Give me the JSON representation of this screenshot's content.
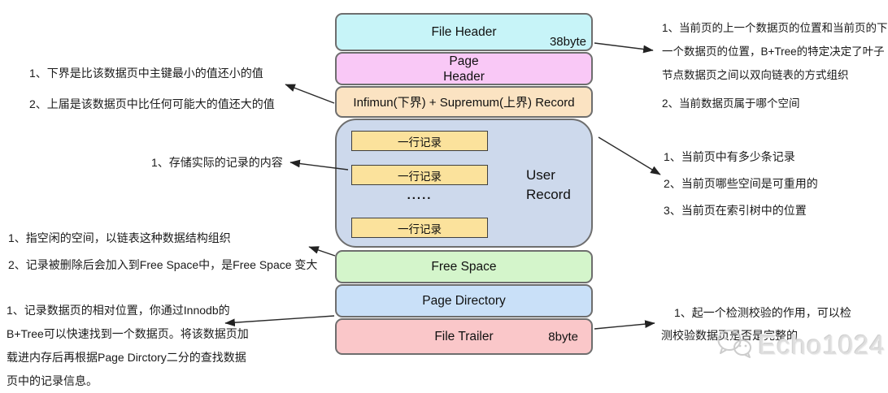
{
  "boxes": {
    "file_header": {
      "label": "File Header",
      "size": "38byte",
      "color": "#c7f4f8"
    },
    "page_header": {
      "line1": "Page",
      "line2": "Header",
      "color": "#f9c8f6"
    },
    "infimum": {
      "label": "Infimun(下界) + Supremum(上界) Record",
      "color": "#fbe3c2"
    },
    "user_record": {
      "label_line1": "User",
      "label_line2": "Record",
      "color": "#cdd9ec",
      "row_color": "#fbe29c",
      "rows": [
        "一行记录",
        "一行记录",
        "一行记录"
      ],
      "ellipsis": "....."
    },
    "free_space": {
      "label": "Free Space",
      "color": "#d4f5cb"
    },
    "page_directory": {
      "label": "Page Directory",
      "color": "#c9e0f8"
    },
    "file_trailer": {
      "label": "File Trailer",
      "size": "8byte",
      "color": "#fac7c9"
    }
  },
  "annotations": {
    "left_top": {
      "lines": [
        "1、下界是比该数据页中主键最小的值还小的值",
        "2、上届是该数据页中比任何可能大的值还大的值"
      ]
    },
    "left_mid": {
      "lines": [
        "1、存储实际的记录的内容"
      ]
    },
    "left_lower": {
      "lines": [
        "1、指空闲的空间，以链表这种数据结构组织",
        "2、记录被删除后会加入到Free Space中，是Free Space 变大"
      ]
    },
    "left_bottom": {
      "lines": [
        "1、记录数据页的相对位置，你通过Innodb的",
        "B+Tree可以快速找到一个数据页。将该数据页加",
        "载进内存后再根据Page Dirctory二分的查找数据",
        "页中的记录信息。"
      ]
    },
    "right_top": {
      "lines": [
        "1、当前页的上一个数据页的位置和当前页的下",
        "一个数据页的位置，B+Tree的特定决定了叶子",
        "节点数据页之间以双向链表的方式组织",
        "2、当前数据页属于哪个空间"
      ]
    },
    "right_mid": {
      "lines": [
        "1、当前页中有多少条记录",
        "2、当前页哪些空间是可重用的",
        "3、当前页在索引树中的位置"
      ]
    },
    "right_bottom": {
      "lines": [
        "1、起一个检测校验的作用，可以检",
        "测校验数据页是否是完整的"
      ]
    }
  },
  "watermark": {
    "text": "Echo1024",
    "icon": "wechat-icon"
  }
}
